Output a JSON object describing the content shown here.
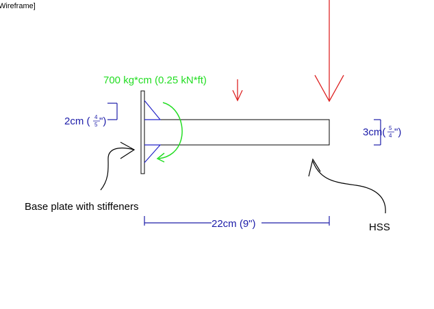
{
  "viewport": {
    "title": "Wireframe]"
  },
  "annotations": {
    "moment_label": "700 kg*cm (0.25 kN*ft)",
    "base_plate_label": "Base plate with stiffeners",
    "hss_label": "HSS",
    "length_dim": "22cm (9\")",
    "plate_dim_main": "2cm (",
    "plate_dim_frac_num": "4",
    "plate_dim_frac_den": "5",
    "plate_dim_close": "\")",
    "hss_dim_main": "3cm(",
    "hss_dim_frac_num": "5",
    "hss_dim_frac_den": "4",
    "hss_dim_close": "\")"
  },
  "colors": {
    "moment": "#22dd22",
    "load": "#dd2222",
    "dimension": "#1a1aa8",
    "outline": "#000000",
    "stiffener": "#2323c8"
  }
}
